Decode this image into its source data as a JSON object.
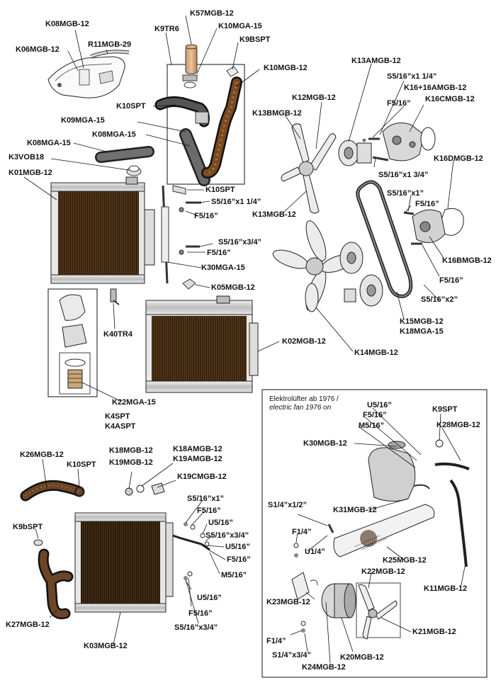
{
  "diagram_title": "",
  "electric_fan_box": {
    "title_de": "Elektrolüfter ab 1976 /",
    "title_en": "electric fan 1976 on"
  },
  "labels": {
    "k57mgb12": "K57MGB-12",
    "k08mgb12": "K08MGB-12",
    "k9tr6": "K9TR6",
    "k10mga15_top": "K10MGA-15",
    "k06mgb12": "K06MGB-12",
    "r11mgb29": "R11MGB-29",
    "k9bspt_top": "K9BSPT",
    "k10mgb12": "K10MGB-12",
    "k13amgb12": "K13AMGB-12",
    "s516_114_a": "S5/16”x1 1/4”",
    "k16_16amgb12": "K16+16AMGB-12",
    "k12mgb12": "K12MGB-12",
    "f516_a": "F5/16”",
    "k16cmgb12": "K16CMGB-12",
    "k10spt_a": "K10SPT",
    "k09mga15": "K09MGA-15",
    "k13bmgb12": "K13BMGB-12",
    "k08mga15": "K08MGA-15",
    "k3vob18": "K3VOB18",
    "k01mgb12": "K01MGB-12",
    "k16dmgb12": "K16DMGB-12",
    "s516_134": "S5/16”x1 3/4”",
    "k10spt_b": "K10SPT",
    "s516_1": "S5/16”x1”",
    "s516_114_b": "S5/16”x1 1/4”",
    "f516_b": "F5/16”",
    "k13mgb12": "K13MGB-12",
    "f516_c": "F5/16”",
    "s516_34_a": "S5/16”x3/4”",
    "f516_d": "F5/16”",
    "k16bmgb12": "K16BMGB-12",
    "k30mga15": "K30MGA-15",
    "f516_e": "F5/16”",
    "k05mgb12": "K05MGB-12",
    "s516_2": "S5/16”x2”",
    "k40tr4": "K40TR4",
    "k15mgb12": "K15MGB-12",
    "k18mga15": "K18MGA-15",
    "k02mgb12": "K02MGB-12",
    "k14mgb12": "K14MGB-12",
    "k22mga15": "K22MGA-15",
    "k4spt": "K4SPT",
    "k4aspt": "K4ASPT",
    "u516_a": "U5/16”",
    "k9spt": "K9SPT",
    "f516_f": "F5/16”",
    "m516_a": "M5/16”",
    "k28mgb12": "K28MGB-12",
    "k30mgb12": "K30MGB-12",
    "k26mgb12": "K26MGB-12",
    "k10spt_c": "K10SPT",
    "k18mgb12": "K18MGB-12",
    "k19mgb12": "K19MGB-12",
    "k18amgb12": "K18AMGB-12",
    "k19amgb12": "K19AMGB-12",
    "k19cmgb12": "K19CMGB-12",
    "s516_1_b": "S5/16”x1”",
    "f516_g": "F5/16”",
    "u516_b": "U5/16”",
    "s516_34_b": "S5/16”x3/4”",
    "u516_c": "U5/16”",
    "f516_h": "F5/16”",
    "m516_b": "M5/16”",
    "k9bspt_bottom": "K9bSPT",
    "k31mgb12": "K31MGB-12",
    "s14_12": "S1/4”x1/2”",
    "f14_a": "F1/4”",
    "u14": "U1/4”",
    "k25mgb12": "K25MGB-12",
    "k22mgb12": "K22MGB-12",
    "k11mgb12": "K11MGB-12",
    "k23mgb12": "K23MGB-12",
    "k21mgb12": "K21MGB-12",
    "u516_d": "U5/16”",
    "f516_i": "F5/16”",
    "s516_34_c": "S5/16”x3/4”",
    "k27mgb12": "K27MGB-12",
    "k03mgb12": "K03MGB-12",
    "f14_b": "F1/4”",
    "s14_34": "S1/4”x3/4”",
    "k20mgb12": "K20MGB-12",
    "k24mgb12": "K24MGB-12"
  }
}
